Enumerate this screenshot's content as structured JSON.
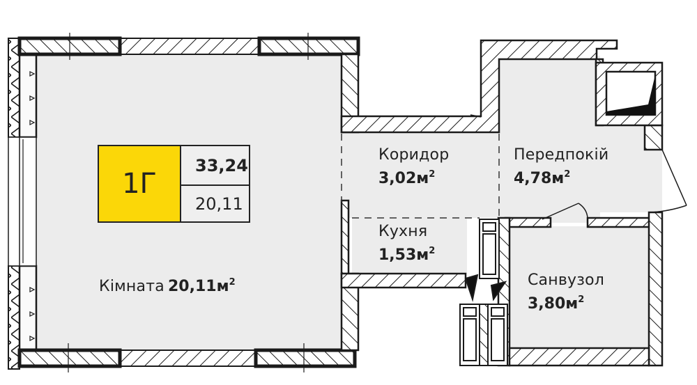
{
  "apartment": {
    "code": "1Г",
    "total_area": "33,24",
    "living_area": "20,11",
    "badge_color": "#fbd708"
  },
  "rooms": [
    {
      "name": "Кімната",
      "area": "20,11",
      "unit": "м",
      "sup": "2"
    },
    {
      "name": "Коридор",
      "area": "3,02",
      "unit": "м",
      "sup": "2"
    },
    {
      "name": "Передпокій",
      "area": "4,78",
      "unit": "м",
      "sup": "2"
    },
    {
      "name": "Кухня",
      "area": "1,53",
      "unit": "м",
      "sup": "2"
    },
    {
      "name": "Санвузол",
      "area": "3,80",
      "unit": "м",
      "sup": "2"
    }
  ],
  "colors": {
    "floor": "#ececec",
    "wall_stroke": "#1a1a1a",
    "background": "#ffffff"
  }
}
